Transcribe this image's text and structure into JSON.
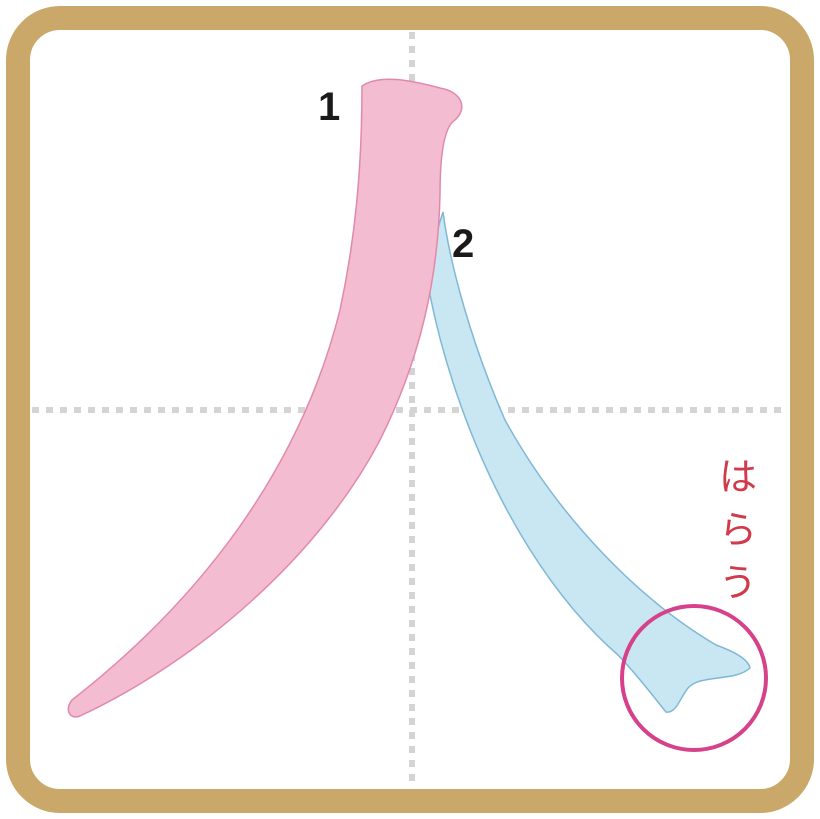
{
  "colors": {
    "frame": "#c9a86a",
    "background": "#ffffff",
    "guide": "#d4d4d4",
    "stroke1_fill": "#f4bcd0",
    "stroke1_edge": "#e08aa8",
    "stroke2_fill": "#c9e7f3",
    "stroke2_edge": "#7fb8d6",
    "highlight_circle": "#d6418a",
    "label_text": "#d03a4a",
    "number_text": "#1a1a1a"
  },
  "strokes": [
    {
      "order": "1"
    },
    {
      "order": "2"
    }
  ],
  "annotation": {
    "chars": [
      "は",
      "ら",
      "う"
    ]
  },
  "icons": {
    "highlight": "circle-highlight-icon"
  }
}
